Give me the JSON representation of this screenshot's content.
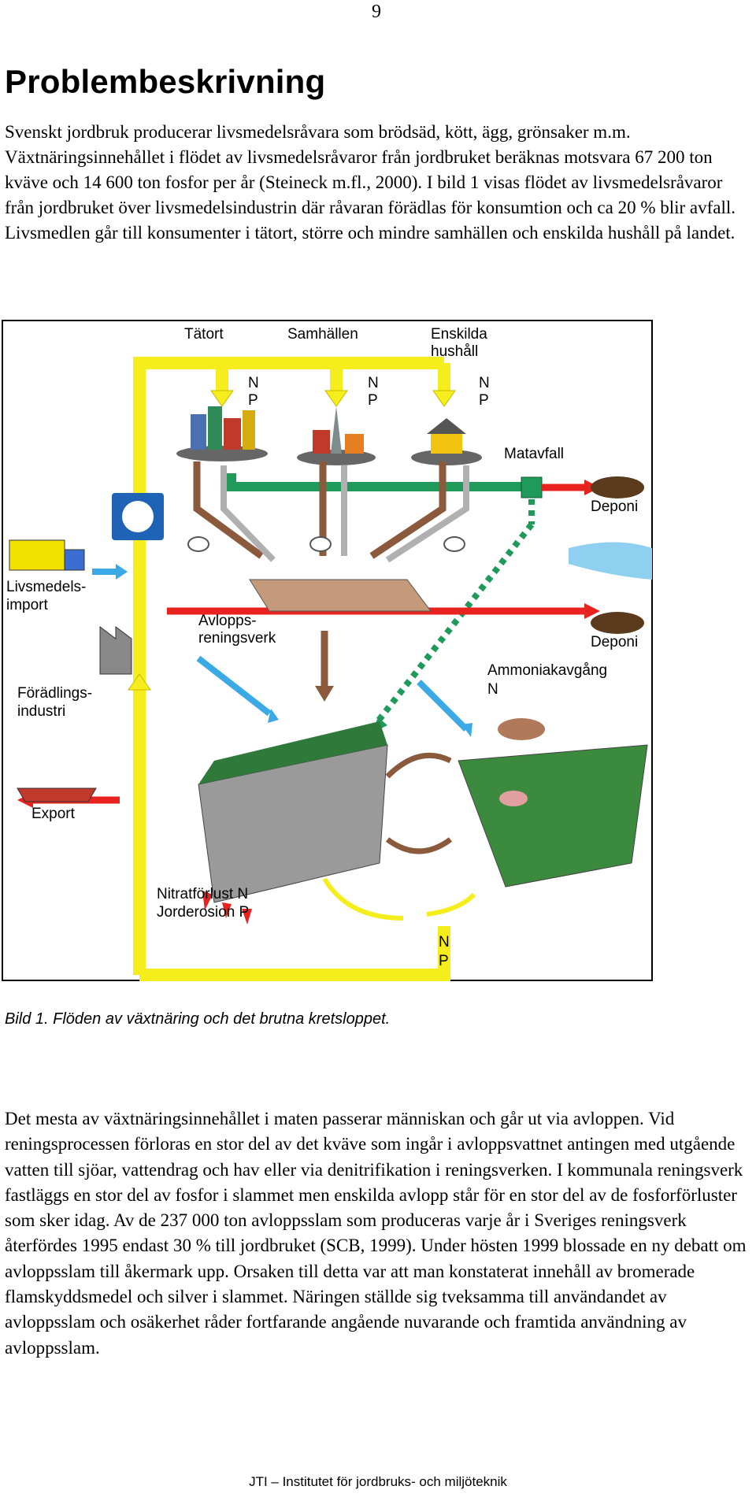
{
  "page_number": "9",
  "heading": "Problembeskrivning",
  "paragraph_1": "Svenskt jordbruk producerar livsmedelsråvara som brödsäd, kött, ägg, grönsaker m.m. Växtnäringsinnehållet i flödet av livsmedelsråvaror från jordbruket beräknas motsvara 67 200 ton kväve och 14 600 ton fosfor per år (Steineck m.fl., 2000). I bild 1 visas flödet av livsmedelsråvaror från jordbruket över livsmedelsindustrin där råvaran förädlas för konsumtion och ca 20 % blir avfall. Livsmedlen går till konsumenter i tätort, större och mindre samhällen och enskilda hushåll på landet.",
  "figure": {
    "labels": {
      "tatort": "Tätort",
      "samhallen": "Samhällen",
      "enskilda": "Enskilda",
      "hushall": "hushåll",
      "n": "N",
      "p": "P",
      "matavfall": "Matavfall",
      "deponi": "Deponi",
      "livsmedels": "Livsmedels-",
      "import": "import",
      "avlopps": "Avlopps-",
      "reningsverk": "reningsverk",
      "ammoniak": "Ammoniakavgång",
      "foradlings": "Förädlings-",
      "industri": "industri",
      "export": "Export",
      "nitrat": "Nitratförlust N",
      "jorderosion": "Jorderosion P"
    },
    "colors": {
      "yellow": "#f5ee1c",
      "brown": "#8b5a3c",
      "gray": "#b0b0b0",
      "green": "#1f9a5a",
      "red": "#e8221e",
      "blue": "#3aa9e6"
    }
  },
  "caption": "Bild 1. Flöden av växtnäring och det brutna kretsloppet.",
  "paragraph_2": "Det mesta av växtnäringsinnehållet i maten passerar människan och går ut via avloppen. Vid reningsprocessen förloras en stor del av det kväve som ingår i avloppsvattnet antingen med utgående vatten till sjöar, vattendrag och hav eller via denitrifikation i reningsverken. I kommunala reningsverk fastläggs en stor del av fosfor i slammet men enskilda avlopp står för en stor del av de fosforförluster som sker idag. Av de 237 000 ton avloppsslam som produceras varje år i Sveriges reningsverk återfördes 1995 endast 30 % till jordbruket (SCB, 1999). Under hösten 1999 blossade en ny debatt om avloppsslam till åkermark upp. Orsaken till detta var att man konstaterat innehåll av bromerade flamskyddsmedel och silver i slammet. Näringen ställde sig tveksamma till användandet av avloppsslam och osäkerhet råder fortfarande angående nuvarande och framtida användning av avloppsslam.",
  "footer": "JTI – Institutet för jordbruks- och miljöteknik"
}
